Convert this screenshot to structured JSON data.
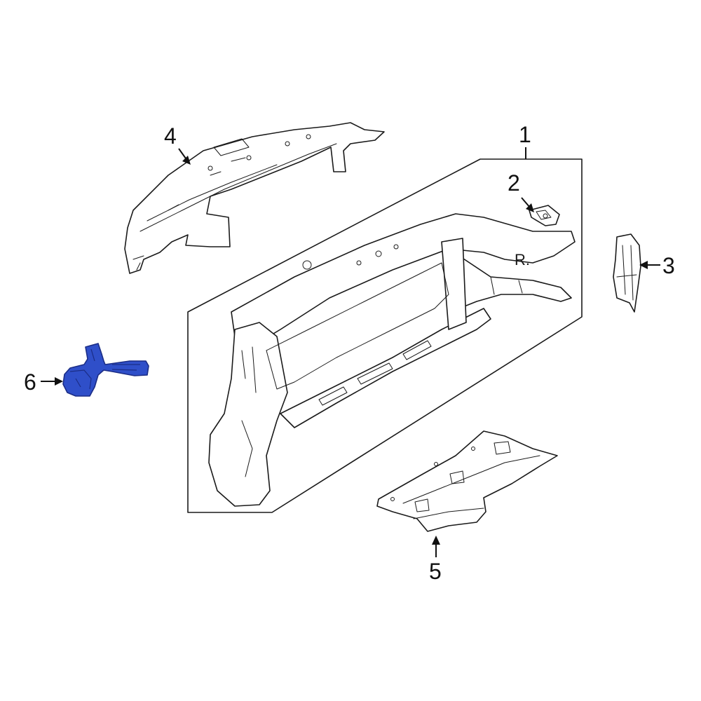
{
  "callouts": {
    "c1": "1",
    "c2": "2",
    "c3": "3",
    "c4": "4",
    "c5": "5",
    "c6": "6"
  },
  "part_stamp": "R.",
  "colors": {
    "highlight": "#2f4fc9",
    "line": "#1a1a1a",
    "background": "#ffffff"
  },
  "highlighted_part": "6"
}
